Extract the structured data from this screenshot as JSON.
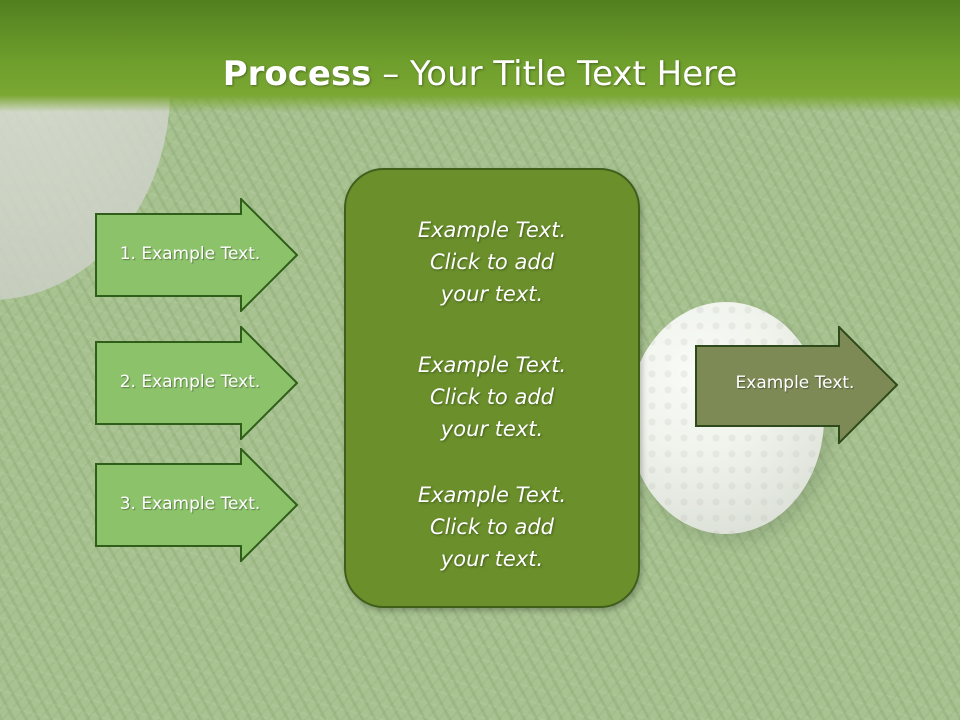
{
  "slide": {
    "title_bold": "Process",
    "title_rest": " – Your Title Text Here",
    "left_arrows": [
      {
        "label": "1. Example Text."
      },
      {
        "label": "2. Example Text."
      },
      {
        "label": "3. Example Text."
      }
    ],
    "center_blocks": [
      {
        "line1": "Example Text.",
        "line2": "Click  to add",
        "line3": "your text."
      },
      {
        "line1": "Example Text.",
        "line2": "Click  to add",
        "line3": "your text."
      },
      {
        "line1": "Example Text.",
        "line2": "Click  to add",
        "line3": "your text."
      }
    ],
    "right_arrow": {
      "label": "Example Text."
    }
  },
  "colors": {
    "header_green": "#6e9e2c",
    "left_arrow_fill": "#8cc26a",
    "center_box_fill": "#6a8f2b",
    "right_arrow_fill": "#7d8a55"
  }
}
